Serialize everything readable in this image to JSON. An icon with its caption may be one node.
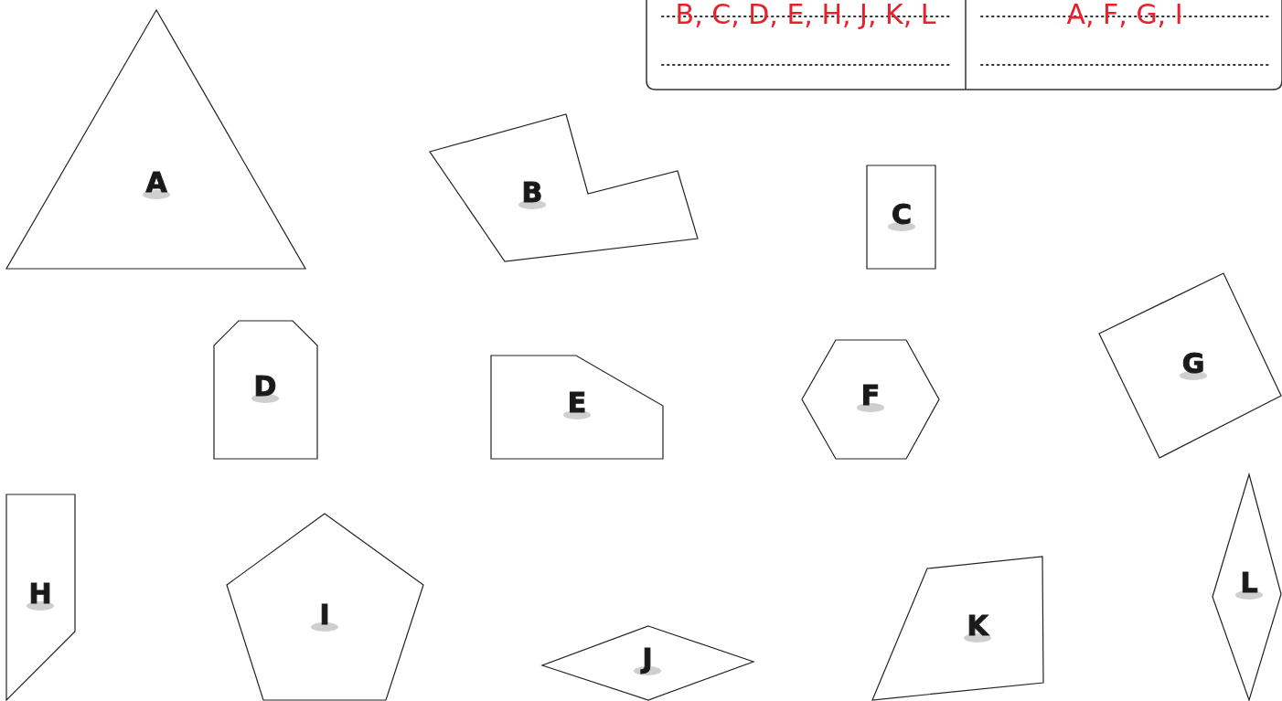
{
  "diagram": {
    "nodes": [
      {
        "text": [
          "A"
        ]
      },
      {
        "text": [
          "B"
        ]
      },
      {
        "text": [
          "C"
        ]
      },
      {
        "text": [
          "D"
        ]
      },
      {
        "text": [
          "E"
        ]
      },
      {
        "text": [
          "F"
        ]
      },
      {
        "text": [
          "G"
        ]
      },
      {
        "text": [
          "H"
        ]
      },
      {
        "text": [
          "I"
        ]
      },
      {
        "text": [
          "J"
        ]
      },
      {
        "text": [
          "K"
        ]
      },
      {
        "text": [
          "L"
        ]
      }
    ],
    "edges": [],
    "labels": [
      "B, C, D, E, H, J, K, L",
      "A, F, G, I"
    ]
  }
}
